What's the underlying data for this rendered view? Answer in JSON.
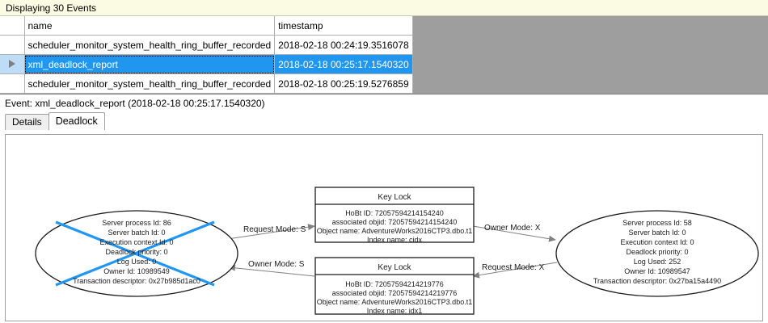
{
  "status": {
    "text": "Displaying 30 Events"
  },
  "grid": {
    "columns": [
      "",
      "name",
      "timestamp"
    ],
    "rows": [
      {
        "selected": false,
        "marker": "",
        "name": "scheduler_monitor_system_health_ring_buffer_recorded",
        "timestamp": "2018-02-18 00:24:19.3516078"
      },
      {
        "selected": true,
        "marker": "row-selector-arrow-icon",
        "name": "xml_deadlock_report",
        "timestamp": "2018-02-18 00:25:17.1540320"
      },
      {
        "selected": false,
        "marker": "",
        "name": "scheduler_monitor_system_health_ring_buffer_recorded",
        "timestamp": "2018-02-18 00:25:19.5276859"
      }
    ]
  },
  "event_header": {
    "text": "Event: xml_deadlock_report (2018-02-18 00:25:17.1540320)"
  },
  "tabs": [
    {
      "label": "Details",
      "active": false
    },
    {
      "label": "Deadlock",
      "active": true
    }
  ],
  "colors": {
    "selection_blue": "#2196EE",
    "victim_cross_blue": "#2196F3",
    "status_bar_bg": "#FBFBE3",
    "grid_filler_gray": "#9E9E9E",
    "node_stroke": "#1a1a1a",
    "edge_stroke": "#808080"
  },
  "deadlock_graph": {
    "processes": [
      {
        "id": "process-left",
        "victim": true,
        "lines": [
          "Server process Id: 86",
          "Server batch Id: 0",
          "Execution context Id: 0",
          "Deadlock priority: 0",
          "Log Used: 0",
          "Owner Id: 10989549",
          "Transaction descriptor: 0x27b985d1ac0"
        ]
      },
      {
        "id": "process-right",
        "victim": false,
        "lines": [
          "Server process Id: 58",
          "Server batch Id: 0",
          "Execution context Id: 0",
          "Deadlock priority: 0",
          "Log Used: 252",
          "Owner Id: 10989547",
          "Transaction descriptor: 0x27ba15a4490"
        ]
      }
    ],
    "resources": [
      {
        "id": "keylock-top",
        "title": "Key Lock",
        "lines": [
          "HoBt ID: 72057594214154240",
          "associated objid: 72057594214154240",
          "Object name: AdventureWorks2016CTP3.dbo.t1",
          "Index name: cidx"
        ]
      },
      {
        "id": "keylock-bottom",
        "title": "Key Lock",
        "lines": [
          "HoBt ID: 72057594214219776",
          "associated objid: 72057594214219776",
          "Object name: AdventureWorks2016CTP3.dbo.t1",
          "Index name: idx1"
        ]
      }
    ],
    "edges": [
      {
        "id": "edge-left-request",
        "label": "Request Mode: S",
        "from": "process-left",
        "to": "keylock-top",
        "direction": "right"
      },
      {
        "id": "edge-left-owner",
        "label": "Owner Mode: S",
        "from": "keylock-bottom",
        "to": "process-left",
        "direction": "left"
      },
      {
        "id": "edge-right-owner",
        "label": "Owner Mode: X",
        "from": "keylock-top",
        "to": "process-right",
        "direction": "right"
      },
      {
        "id": "edge-right-request",
        "label": "Request Mode: X",
        "from": "process-right",
        "to": "keylock-bottom",
        "direction": "left"
      }
    ]
  }
}
